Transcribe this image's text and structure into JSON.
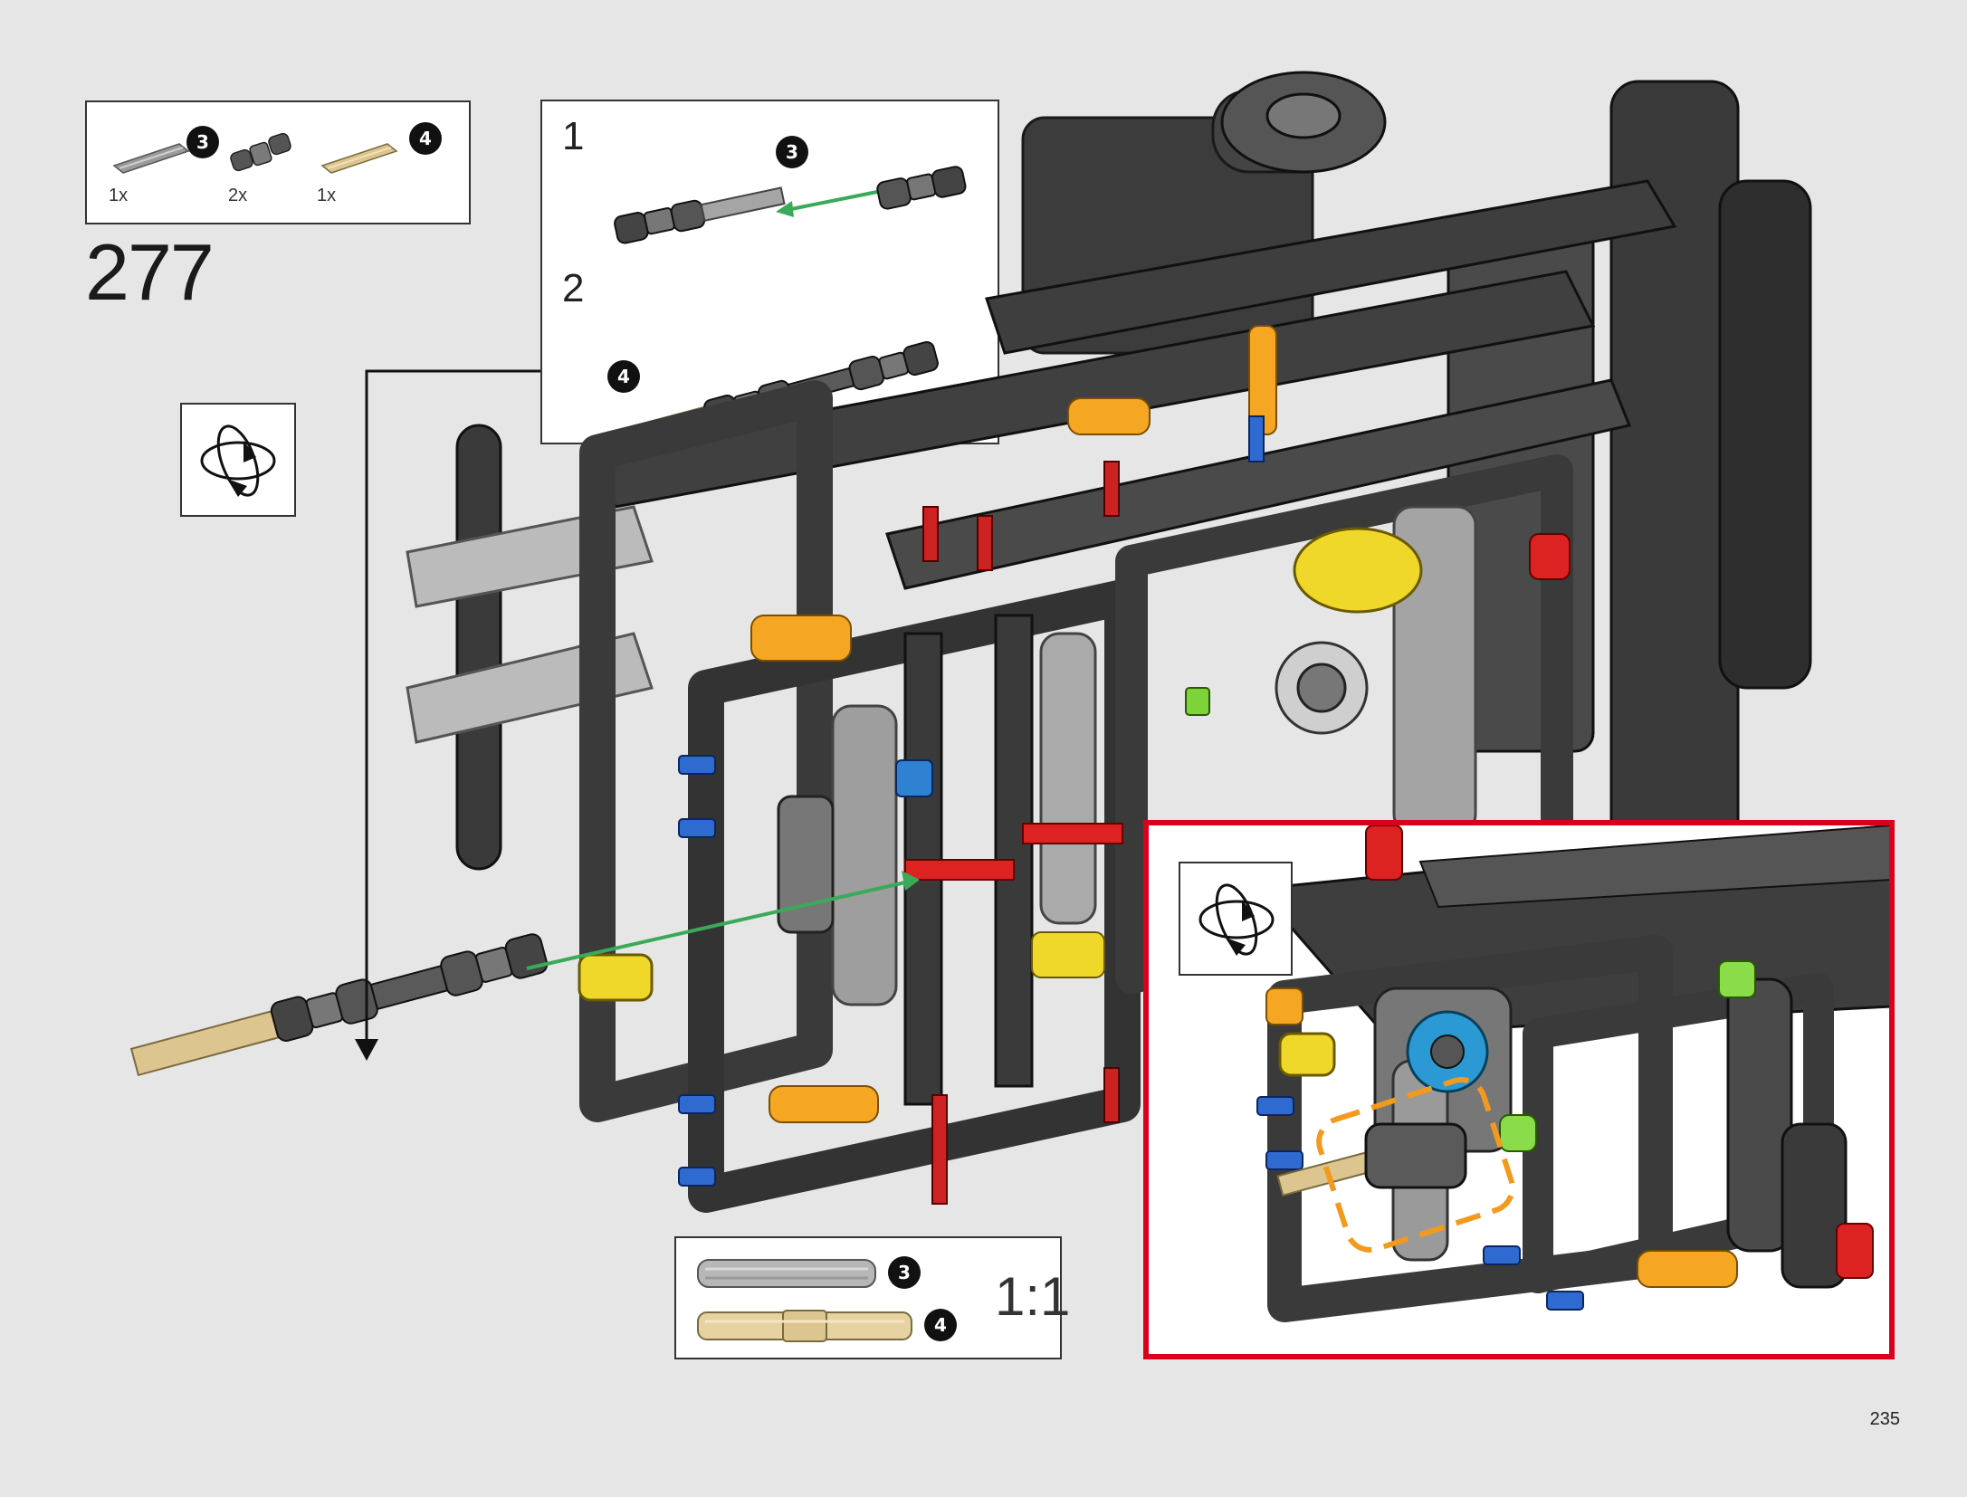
{
  "step": {
    "number": "277"
  },
  "parts_list": {
    "items": [
      {
        "ref": "3",
        "qty": "1x",
        "icon": "gray-axle-icon"
      },
      {
        "ref": "",
        "qty": "2x",
        "icon": "universal-joint-icon"
      },
      {
        "ref": "4",
        "qty": "1x",
        "icon": "tan-axle-icon"
      }
    ]
  },
  "sub_assembly": {
    "sub_steps": [
      {
        "number": "1",
        "ref": "3"
      },
      {
        "number": "2",
        "ref": "4"
      }
    ]
  },
  "scale_box": {
    "ratio": "1:1",
    "items": [
      {
        "ref": "3"
      },
      {
        "ref": "4"
      }
    ]
  },
  "colors": {
    "background": "#e6e6e6",
    "frame_dark": "#3a3a3a",
    "frame_light": "#b9b9b9",
    "callout_border": "#d9001b",
    "highlight": "#f29a1d",
    "arrow_green": "#3aaa5a"
  },
  "page": {
    "number": "235"
  }
}
